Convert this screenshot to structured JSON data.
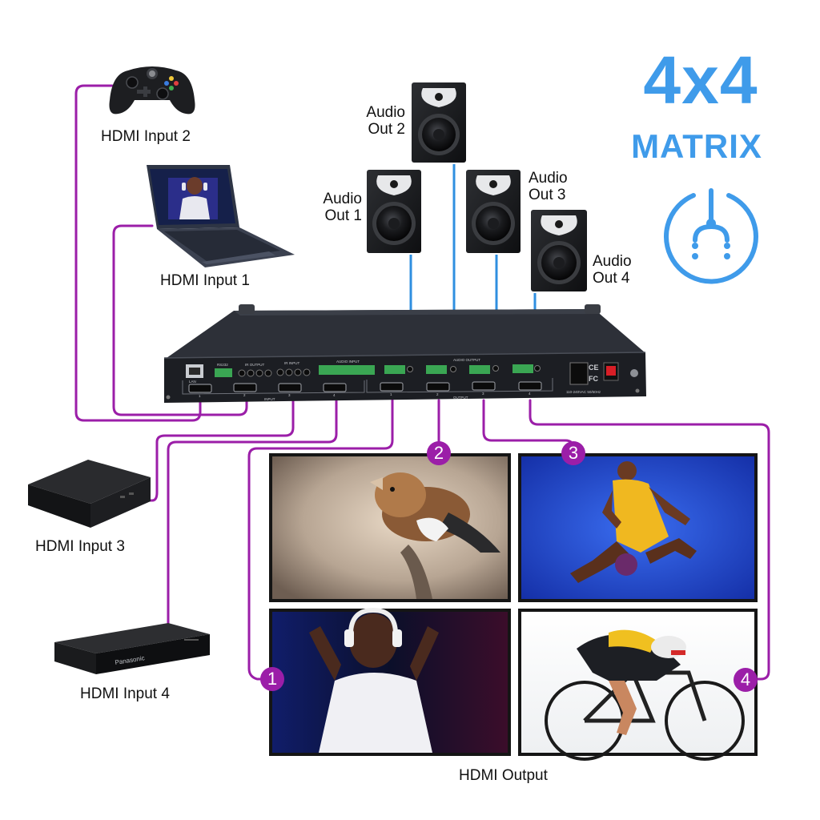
{
  "title": {
    "main": "4x4",
    "sub": "MATRIX"
  },
  "inputs": [
    {
      "label": "HDMI Input 1"
    },
    {
      "label": "HDMI Input 2"
    },
    {
      "label": "HDMI Input 3"
    },
    {
      "label": "HDMI Input 4"
    }
  ],
  "audio_outputs": [
    {
      "line1": "Audio",
      "line2": "Out 1"
    },
    {
      "line1": "Audio",
      "line2": "Out 2"
    },
    {
      "line1": "Audio",
      "line2": "Out 3"
    },
    {
      "line1": "Audio",
      "line2": "Out 4"
    }
  ],
  "output_badges": [
    "1",
    "2",
    "3",
    "4"
  ],
  "hdmi_output_label": "HDMI Output",
  "device_panel": {
    "lan": "LAN",
    "rs232": "RS232",
    "ir_output": "IR OUTPUT",
    "ir_input": "IR INPUT",
    "audio_input": "AUDIO INPUT",
    "audio_output": "AUDIO OUTPUT",
    "input": "INPUT",
    "output": "OUTPUT",
    "port_numbers": [
      "1",
      "2",
      "3",
      "4"
    ],
    "power": "110-240VAC 50/60Hz",
    "ce": "CE",
    "fc": "FC"
  },
  "colors": {
    "accent_blue": "#3f9bea",
    "purple": "#9b1ea8",
    "cable_blue": "#2f8fe0",
    "device": "#2b2e36"
  }
}
